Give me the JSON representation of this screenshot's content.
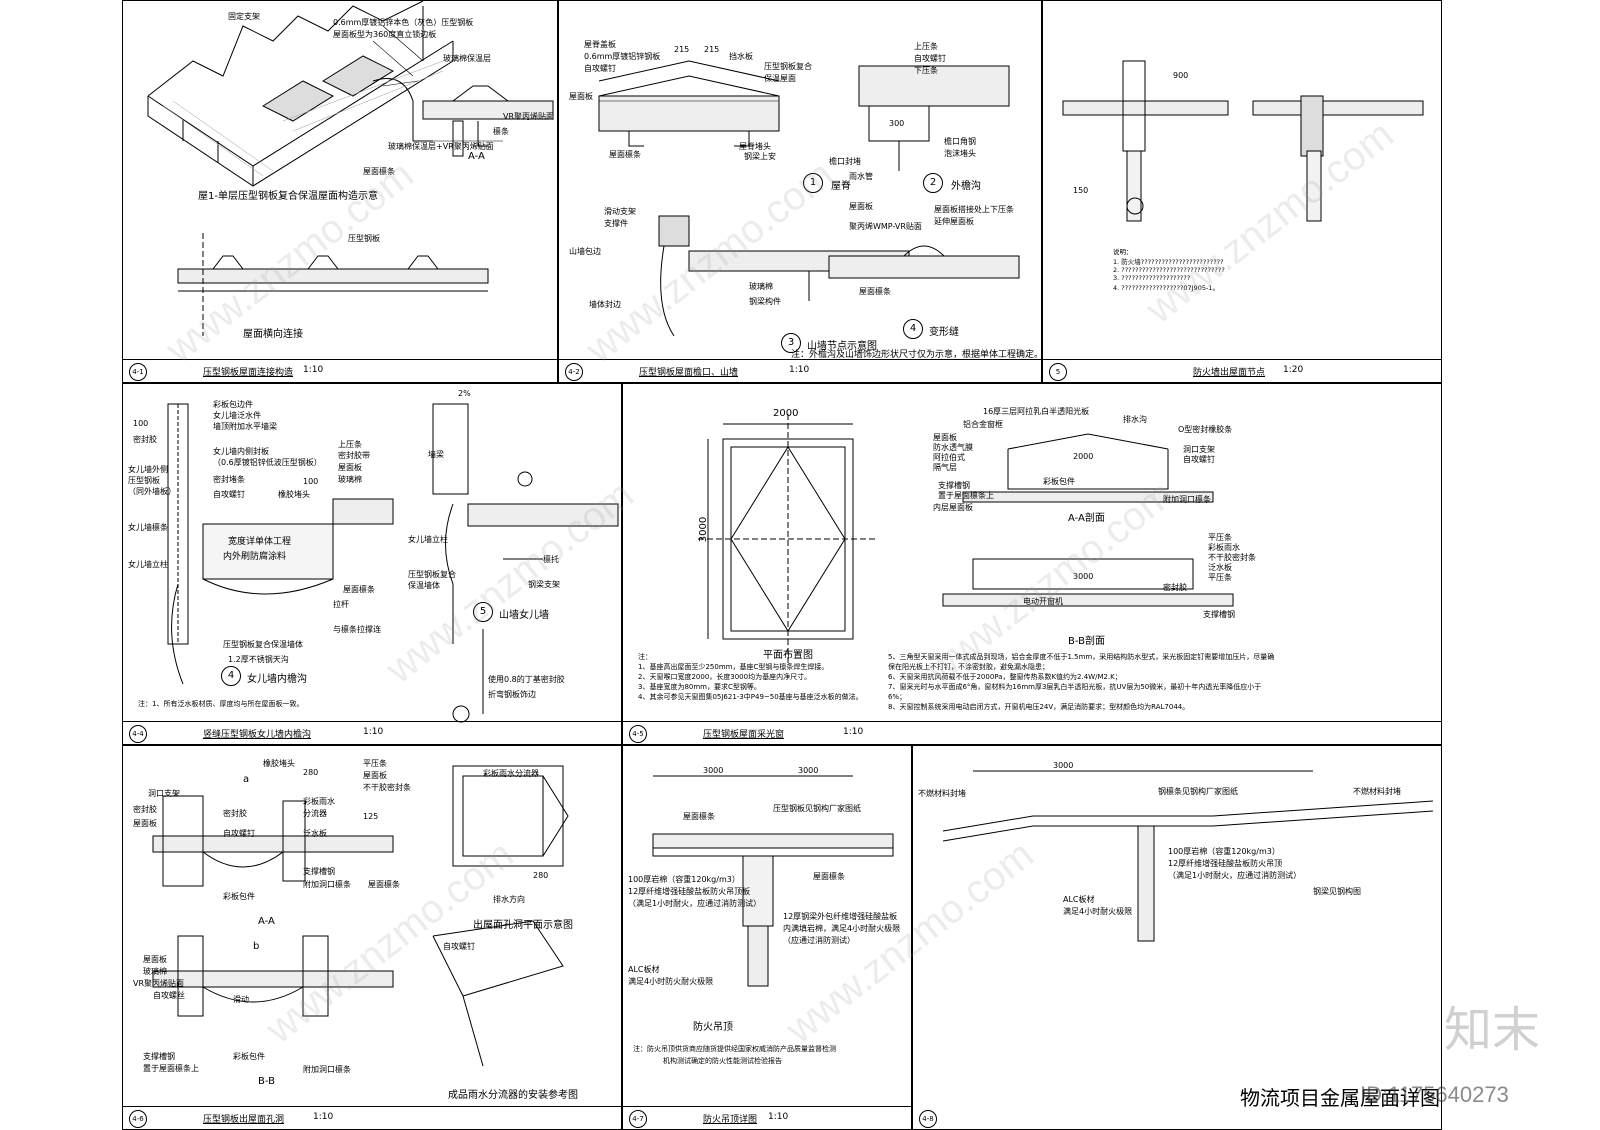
{
  "sheet_title": "物流项目金属屋面详图",
  "id_text": "ID:1175640273",
  "brand": "知末",
  "watermark": "www.znzmo.com",
  "panels": {
    "p1": {
      "num": "4-1",
      "title": "压型钢板屋面连接构造",
      "scale": "1:10",
      "main_caption": "屋1-单层压型钢板复合保温屋面构造示意",
      "sub_caption": "屋面横向连接",
      "aa": "A-A",
      "labels": [
        "固定支架",
        "0.6mm厚镀铝锌本色（灰色）压型钢板",
        "屋面板型为360度直立锁边板",
        "玻璃棉保温层",
        "VR聚丙烯贴面",
        "檩条",
        "玻璃棉保温层+VR聚丙烯贴面",
        "屋面檩条",
        "压型钢板"
      ]
    },
    "p2": {
      "num": "4-2",
      "title": "压型钢板屋面檐口、山墙",
      "scale": "1:10",
      "d1": "屋脊",
      "d2": "外檐沟",
      "d3": "山墙节点示意图",
      "d4": "变形缝",
      "note": "注：外檐沟及山墙饰边形状尺寸仅为示意，根据单体工程确定。",
      "dims": [
        "215",
        "215",
        "300"
      ],
      "labels": [
        "屋脊盖板",
        "0.6mm厚镀铝锌钢板",
        "自攻螺钉",
        "屋面板",
        "屋面檩条",
        "挡水板",
        "屋脊堵头",
        "压型钢板复合",
        "保温屋面",
        "钢梁上安",
        "滑动支架",
        "支撑件",
        "山墙包边",
        "玻璃棉",
        "钢梁构件",
        "墙体封边",
        "上压条",
        "自攻螺钉",
        "下压条",
        "檐口封堵",
        "檐口角钢",
        "泡沫堵头",
        "雨水管",
        "屋面板",
        "屋面板搭接处上下压条",
        "延伸屋面板",
        "聚丙烯WMP-VR贴面",
        "屋面檩条"
      ]
    },
    "p3": {
      "num": "5",
      "title": "防火墙出屋面节点",
      "scale": "1:20",
      "notes": [
        "说明：",
        "1. 防火墙????????????????????????",
        "2. ??????????????????????????????",
        "3. ????????????????????",
        "4. ??????????????????07J905-1。"
      ],
      "dims": [
        "900",
        "150"
      ]
    },
    "p4": {
      "num": "4-4",
      "title": "竖缝压型钢板女儿墙内檐沟",
      "scale": "1:10",
      "d1": "女儿墙内檐沟",
      "d2": "山墙女儿墙",
      "box": [
        "宽度详单体工程",
        "内外刷防腐涂料"
      ],
      "note": "注：1、所有泛水板材质、厚度均与所在屋面板一致。",
      "dims": [
        "100",
        "100",
        "2%"
      ],
      "labels": [
        "彩板包边件",
        "女儿墙泛水件",
        "墙顶附加水平墙梁",
        "密封胶",
        "女儿墙内侧封板",
        "（0.6厚镀铝锌低波压型钢板）",
        "女儿墙外侧",
        "压型钢板",
        "（同外墙板）",
        "密封堵条",
        "自攻螺钉",
        "女儿墙檩条",
        "女儿墙立柱",
        "上压条",
        "密封胶带",
        "屋面板",
        "玻璃棉",
        "橡胶堵头",
        "拉杆",
        "与檩条拉撑连",
        "屋面檩条",
        "压型钢板复合保温墙体",
        "1.2厚不锈钢天沟",
        "墙梁",
        "女儿墙立柱",
        "压型钢板复合",
        "保温墙体",
        "檩托",
        "钢梁支架",
        "使用0.8的丁基密封胶",
        "折弯钢板饰边"
      ]
    },
    "p5": {
      "num": "4-5",
      "title": "压型钢板屋面采光窗",
      "scale": "1:10",
      "plan_caption": "平面布置图",
      "aa": "A-A剖面",
      "bb": "B-B剖面",
      "dims": [
        "2000",
        "3000",
        "2000",
        "3000"
      ],
      "notes_left": [
        "注：",
        "1、基座高出屋面至少250mm，基座C型钢与檩条焊生焊接。",
        "2、天窗喉口宽度2000，长度3000均为基座内净尺寸。",
        "3、基座宽度为80mm，要求C型钢等。",
        "4、其余可参见天窗图集05J621-3中P49~50基座与基座泛水板的做法。"
      ],
      "notes_right": [
        "5、三角型天窗采用一体式成品到现场，铝合金厚度不低于1.5mm，采用结构防水型式，采光板固定钉需要增加压片，尽量确保在阳光板上不打钉，不涂密封胶，避免漏水隐患；",
        "6、天窗采用抗风荷载不低于2000Pa，整窗传热系数K值约为2.4W/M2.K；",
        "7、窗采光时与水平面成6°角，窗材料为16mm厚3层乳白半透阳光板，抗UV层为50微米，最初十年内透光率降低应小于6%；",
        "8、天窗控制系统采用电动启闭方式，开窗机电压24V，满足消防要求；型材颜色均为RAL7044。"
      ],
      "labels": [
        "16厚三层阿拉乳白半透阳光板",
        "排水沟",
        "铝合金窗框",
        "O型密封橡胶条",
        "屋面板",
        "防水透气膜",
        "阿拉伯式",
        "隔气层",
        "洞口支架",
        "自攻螺钉",
        "彩板包件",
        "支撑槽钢",
        "置于屋面檩条上",
        "内层屋面板",
        "附加洞口檩条",
        "平压条",
        "彩板雨水",
        "不干胶密封条",
        "泛水板",
        "平压条",
        "电动开窗机",
        "密封胶",
        "支撑槽钢"
      ]
    },
    "p6": {
      "num": "4-6",
      "title": "压型钢板出屋面孔洞",
      "scale": "1:10",
      "aa": "A-A",
      "bb": "B-B",
      "plan_caption": "出屋面孔洞平面示意图",
      "iso_caption": "成品雨水分流器的安装参考图",
      "dims": [
        "280",
        "125",
        "280",
        "a",
        "b"
      ],
      "labels": [
        "橡胶堵头",
        "平压条",
        "屋面板",
        "不干胶密封条",
        "洞口支架",
        "密封胶",
        "彩板雨水",
        "分流器",
        "泛水板",
        "密封胶",
        "屋面板",
        "自攻螺钉",
        "支撑槽钢",
        "彩板包件",
        "附加洞口檩条",
        "屋面檩条",
        "彩板雨水分流器",
        "排水方向",
        "屋面板",
        "玻璃棉",
        "VR聚丙烯贴面",
        "自攻螺丝",
        "支撑槽钢",
        "置于屋面檩条上",
        "滑动",
        "彩板包件",
        "附加洞口檩条",
        "自攻螺钉"
      ]
    },
    "p7": {
      "num": "4-7",
      "title": "防火吊顶详图",
      "scale": "1:10",
      "caption": "防火吊顶",
      "dims": [
        "3000",
        "3000"
      ],
      "labels": [
        "屋面檩条",
        "压型钢板见钢构厂家图纸",
        "屋面檩条",
        "100厚岩棉（容重120kg/m3）",
        "12厚纤维增强硅酸盐板防火吊顶板",
        "（满足1小时耐火，应通过消防测试）",
        "12厚钢梁外包纤维增强硅酸盐板",
        "内满填岩棉，满足4小时耐火极限",
        "（应通过消防测试）",
        "ALC板材",
        "满足4小时防火耐火极限"
      ],
      "note": [
        "注：防火吊顶供货商应随货提供经国家权威消防产品质量监督检测",
        "机构测试确定的防火性能测试检验报告"
      ]
    },
    "p8": {
      "num": "4-8",
      "dims": [
        "3000"
      ],
      "labels": [
        "不燃材料封堵",
        "钢檩条见钢构厂家图纸",
        "不燃材料封堵",
        "100厚岩棉（容重120kg/m3）",
        "12厚纤维增强硅酸盐板防火吊顶",
        "（满足1小时耐火，应通过消防测试）",
        "ALC板材",
        "满足4小时耐火极限",
        "钢梁见钢构图"
      ]
    }
  }
}
